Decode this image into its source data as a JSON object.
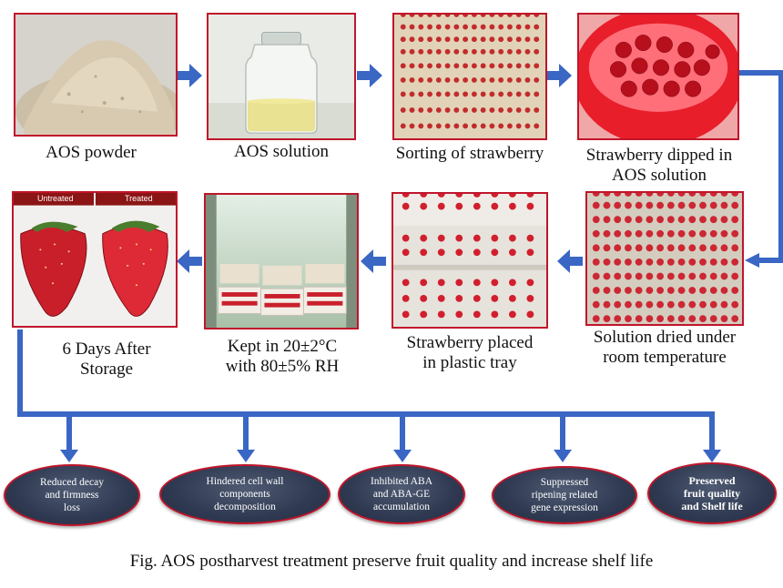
{
  "steps": [
    {
      "id": "aos-powder",
      "caption": [
        "AOS powder"
      ]
    },
    {
      "id": "aos-solution",
      "caption": [
        "AOS solution"
      ]
    },
    {
      "id": "sorting",
      "caption": [
        "Sorting of strawberry"
      ]
    },
    {
      "id": "dipped",
      "caption": [
        "Strawberry dipped in",
        "AOS solution"
      ]
    },
    {
      "id": "dried",
      "caption": [
        "Solution dried under",
        "room temperature"
      ]
    },
    {
      "id": "tray",
      "caption": [
        "Strawberry placed",
        "in plastic tray"
      ]
    },
    {
      "id": "kept",
      "caption": [
        "Kept in 20±2°C",
        "with 80±5% RH"
      ]
    },
    {
      "id": "storage",
      "caption": [
        "6 Days After",
        "Storage"
      ]
    }
  ],
  "comparison_labels": {
    "left": "Untreated",
    "right": "Treated"
  },
  "outcomes": [
    {
      "lines": [
        "Reduced decay",
        "and firmness",
        "loss"
      ]
    },
    {
      "lines": [
        "Hindered cell wall",
        "components",
        "decomposition"
      ]
    },
    {
      "lines": [
        "Inhibited ABA",
        "and ABA-GE",
        "accumulation"
      ]
    },
    {
      "lines": [
        "Suppressed",
        "ripening related",
        "gene expression"
      ]
    },
    {
      "lines": [
        "Preserved",
        "fruit quality",
        "and Shelf life"
      ]
    }
  ],
  "figure_caption": "Fig. AOS postharvest treatment preserve fruit quality and increase shelf life",
  "colors": {
    "arrow": "#3a66c4",
    "frame": "#c0152a",
    "oval": "#2f3a52"
  }
}
